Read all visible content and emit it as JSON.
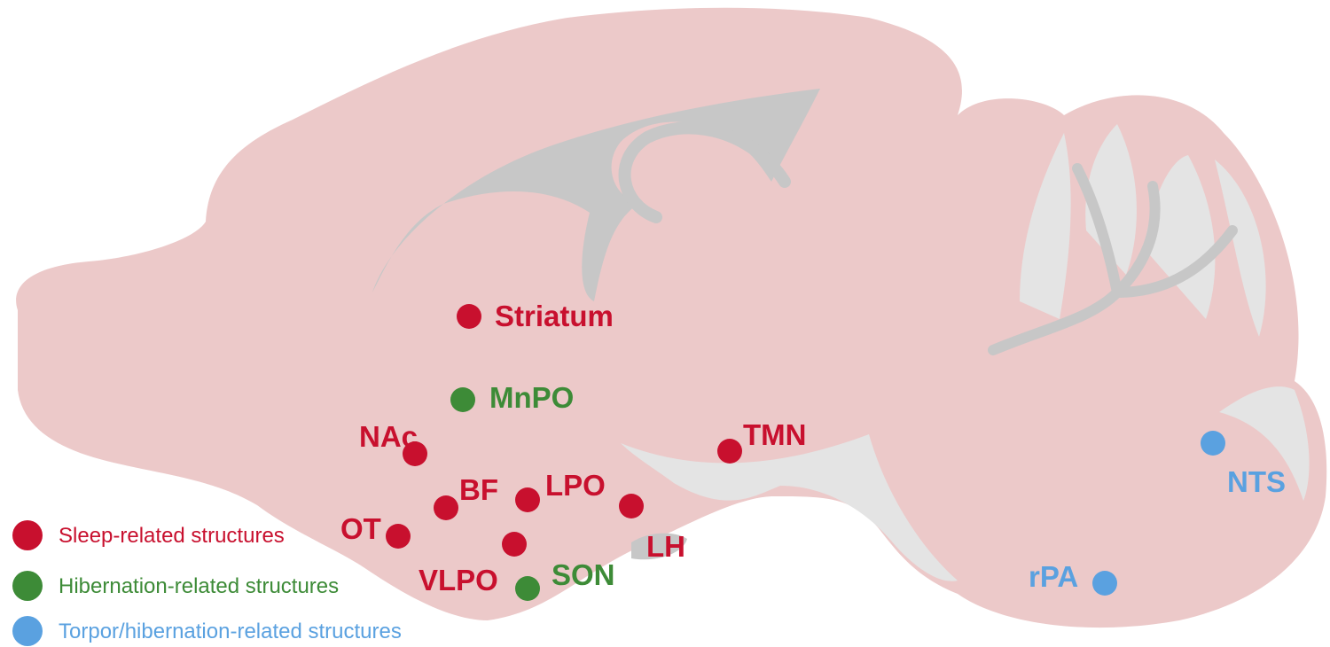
{
  "colors": {
    "brain_fill": "#ecc9c9",
    "ventricle_fill": "#c7c7c7",
    "light_tract_fill": "#e4e4e4",
    "sleep": "#c8102e",
    "hibernation": "#3d8b37",
    "torpor": "#5aa1e0"
  },
  "structures": [
    {
      "id": "striatum",
      "label": "Striatum",
      "category": "sleep"
    },
    {
      "id": "mnpo",
      "label": "MnPO",
      "category": "hibernation"
    },
    {
      "id": "nac",
      "label": "NAc",
      "category": "sleep"
    },
    {
      "id": "tmn",
      "label": "TMN",
      "category": "sleep"
    },
    {
      "id": "bf",
      "label": "BF",
      "category": "sleep"
    },
    {
      "id": "lpo",
      "label": "LPO",
      "category": "sleep"
    },
    {
      "id": "ot",
      "label": "OT",
      "category": "sleep"
    },
    {
      "id": "lh",
      "label": "LH",
      "category": "sleep"
    },
    {
      "id": "vlpo",
      "label": "VLPO",
      "category": "sleep"
    },
    {
      "id": "son",
      "label": "SON",
      "category": "hibernation"
    },
    {
      "id": "nts",
      "label": "NTS",
      "category": "torpor"
    },
    {
      "id": "rpa",
      "label": "rPA",
      "category": "torpor"
    }
  ],
  "legend": {
    "sleep": "Sleep-related structures",
    "hibernation": "Hibernation-related structures",
    "torpor": "Torpor/hibernation-related structures"
  }
}
